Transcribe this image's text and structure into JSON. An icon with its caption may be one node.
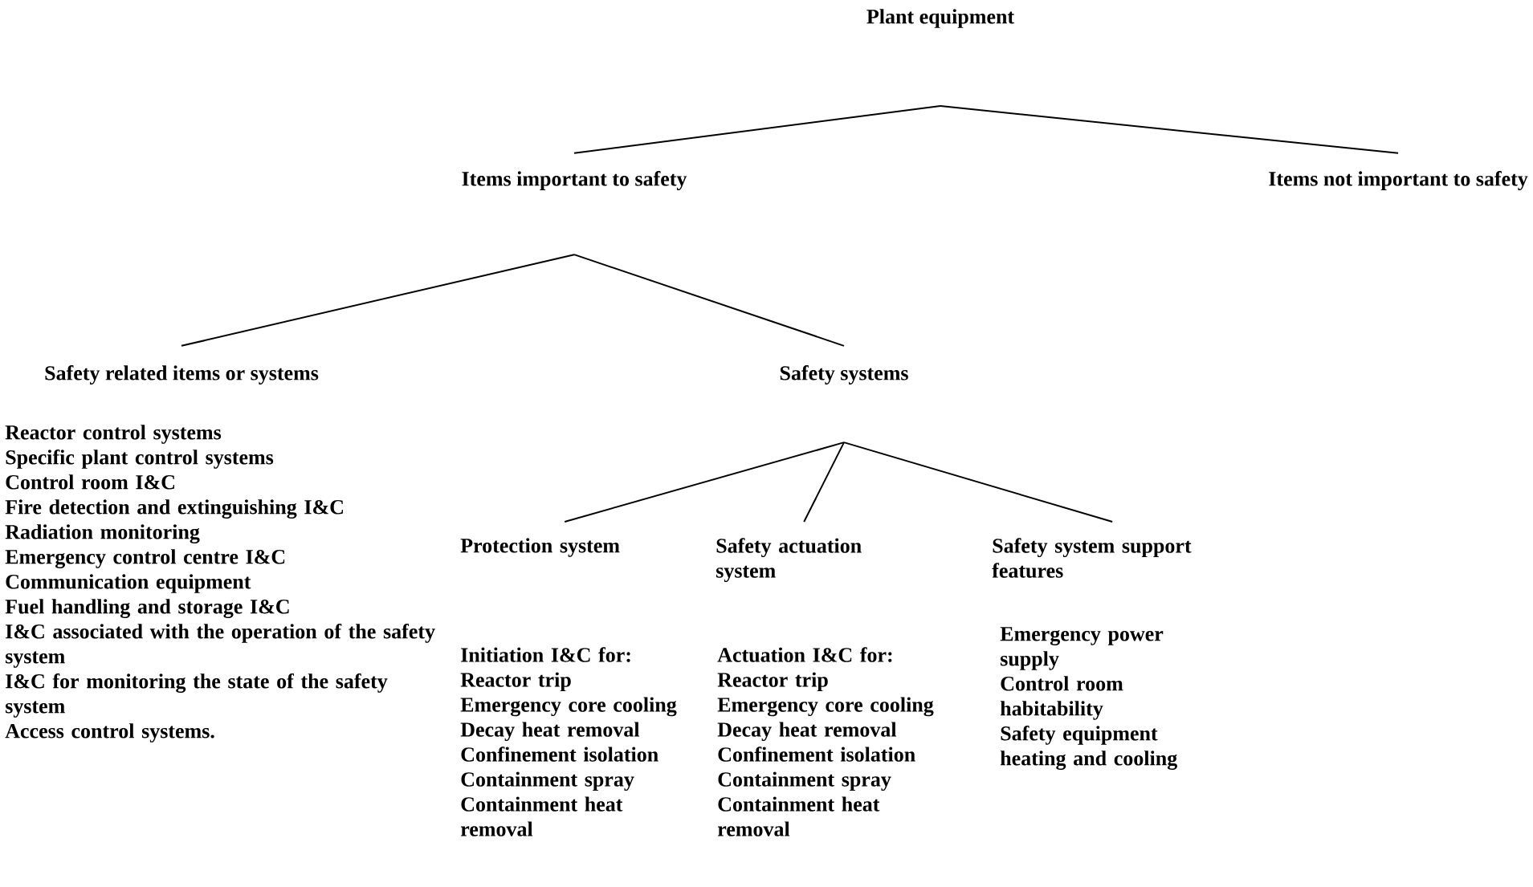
{
  "diagram": {
    "nodes": [
      {
        "text": [
          "Plant equipment"
        ]
      },
      {
        "text": [
          "Items important to safety"
        ]
      },
      {
        "text": [
          "Items not important to safety"
        ]
      },
      {
        "text": [
          "Safety related items or systems"
        ],
        "beside": [
          "Reactor control systems",
          "Specific plant control systems",
          "Control room I&C",
          "Fire detection and extinguishing I&C",
          "Radiation monitoring",
          "Emergency control centre I&C",
          "Communication equipment",
          "Fuel handling and storage I&C",
          "I&C associated with the operation of the safety system",
          "I&C for monitoring the state of the safety system",
          "Access control systems."
        ]
      },
      {
        "text": [
          "Safety systems"
        ]
      },
      {
        "text": [
          "Protection system"
        ],
        "beside": [
          "Initiation I&C for:",
          "Reactor trip",
          "Emergency core cooling",
          "Decay heat removal",
          "Confinement isolation",
          "Containment spray",
          "Containment heat removal"
        ]
      },
      {
        "text": [
          "Safety actuation system"
        ],
        "beside": [
          "Actuation I&C for:",
          "Reactor trip",
          "Emergency core cooling",
          "Decay heat removal",
          "Confinement isolation",
          "Containment spray",
          "Containment heat removal"
        ]
      },
      {
        "text": [
          "Safety system support features"
        ],
        "beside": [
          "Emergency power supply",
          "Control room habitability",
          "Safety equipment heating and cooling"
        ]
      }
    ],
    "edges": [
      {
        "from": 0,
        "to": 1,
        "arrow": "none"
      },
      {
        "from": 0,
        "to": 2,
        "arrow": "none"
      },
      {
        "from": 1,
        "to": 3,
        "arrow": "none"
      },
      {
        "from": 1,
        "to": 4,
        "arrow": "none"
      },
      {
        "from": 4,
        "to": 5,
        "arrow": "none"
      },
      {
        "from": 4,
        "to": 6,
        "arrow": "none"
      },
      {
        "from": 4,
        "to": 7,
        "arrow": "none"
      }
    ]
  }
}
